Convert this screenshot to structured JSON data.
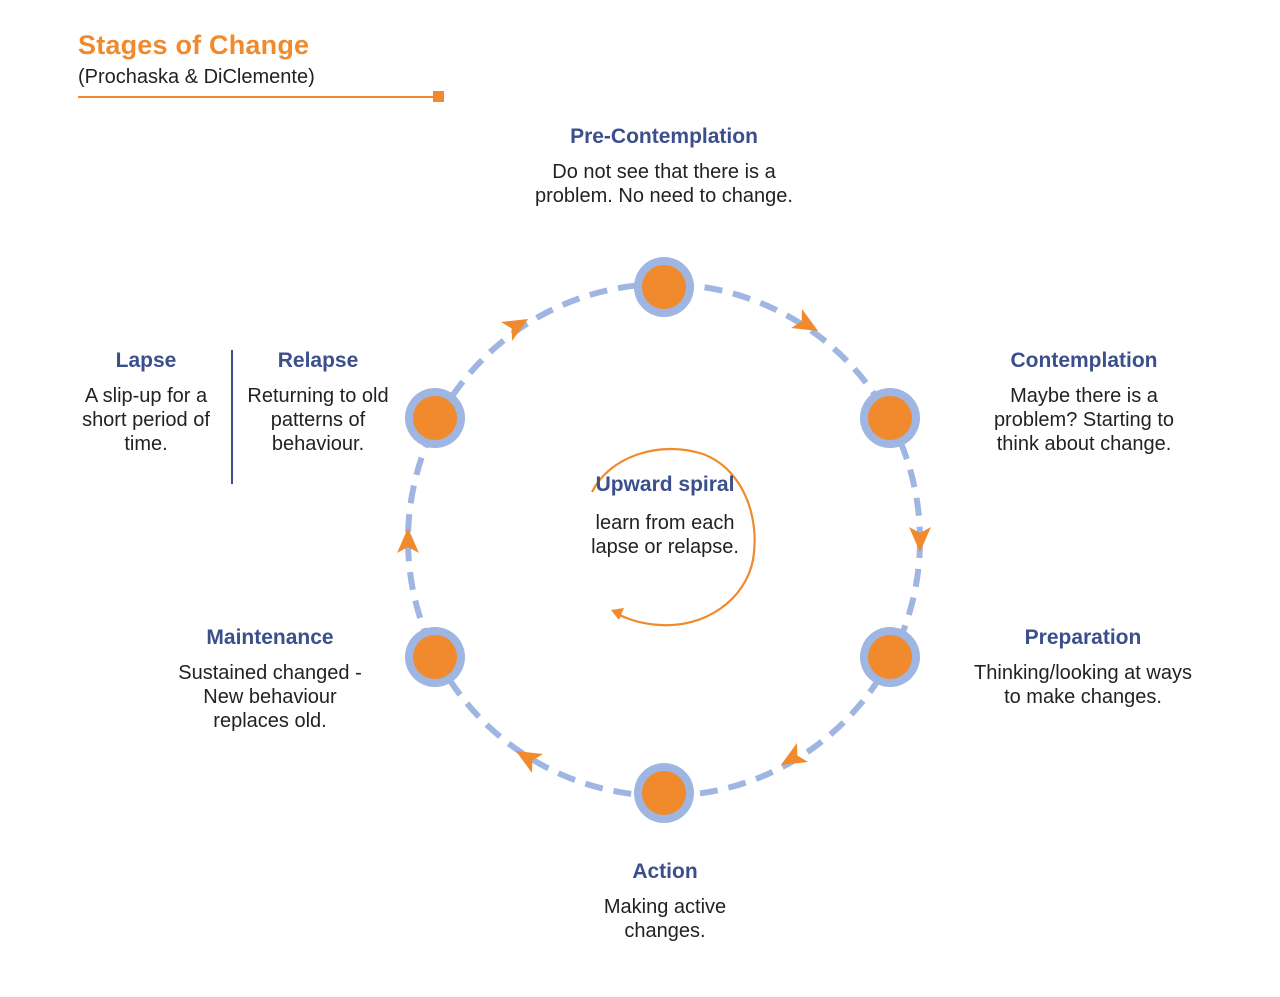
{
  "header": {
    "title": "Stages of Change",
    "subtitle": "(Prochaska & DiClemente)"
  },
  "stages": {
    "pre_contemplation": {
      "name": "Pre-Contemplation",
      "desc": "Do not see that there is a problem. No need to change."
    },
    "contemplation": {
      "name": "Contemplation",
      "desc": "Maybe there is a problem? Starting to think about change."
    },
    "preparation": {
      "name": "Preparation",
      "desc": "Thinking/looking at ways to make changes."
    },
    "action": {
      "name": "Action",
      "desc": "Making active changes."
    },
    "maintenance": {
      "name": "Maintenance",
      "desc": "Sustained changed - New behaviour replaces old."
    },
    "relapse": {
      "name": "Relapse",
      "desc": "Returning to old patterns of behaviour."
    },
    "lapse": {
      "name": "Lapse",
      "desc": "A slip-up for a short period of time."
    }
  },
  "center": {
    "title": "Upward spiral",
    "desc": "learn from each lapse or relapse."
  },
  "colors": {
    "accent": "#f08a2c",
    "ring": "#9fb5e2",
    "heading": "#3a4f8c"
  },
  "icons": {
    "stage_node": "circle-node-icon",
    "flow_arrow": "arrowhead-icon",
    "spiral": "spiral-arrow-icon"
  }
}
